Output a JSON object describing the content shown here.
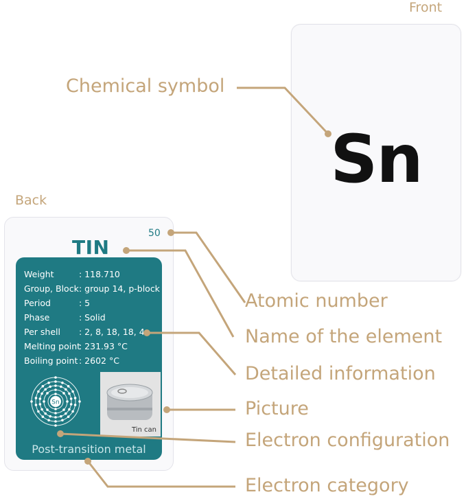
{
  "labels": {
    "front": "Front",
    "back": "Back"
  },
  "front_card": {
    "symbol": "Sn"
  },
  "back_card": {
    "atomic_number": "50",
    "name": "TIN",
    "info": [
      {
        "key": "Weight",
        "value": ": 118.710"
      },
      {
        "key": "Group, Block",
        "value": ": group 14, p-block"
      },
      {
        "key": "Period",
        "value": ": 5"
      },
      {
        "key": "Phase",
        "value": ": Solid"
      },
      {
        "key": "Per shell",
        "value": ": 2, 8, 18, 18, 4"
      },
      {
        "key": "Melting point",
        "value": ": 231.93 °C"
      },
      {
        "key": "Boiling point",
        "value": ": 2602 °C"
      }
    ],
    "atom_symbol": "Sn",
    "picture_caption": "Tin can",
    "category": "Post-transition metal"
  },
  "callouts": {
    "chemical_symbol": "Chemical symbol",
    "atomic_number": "Atomic number",
    "name": "Name of the element",
    "detailed_info": "Detailed information",
    "picture": "Picture",
    "electron_configuration": "Electron configuration",
    "electron_category": "Electron category"
  },
  "colors": {
    "accent": "#c4a57a",
    "teal": "#1f7a83"
  }
}
